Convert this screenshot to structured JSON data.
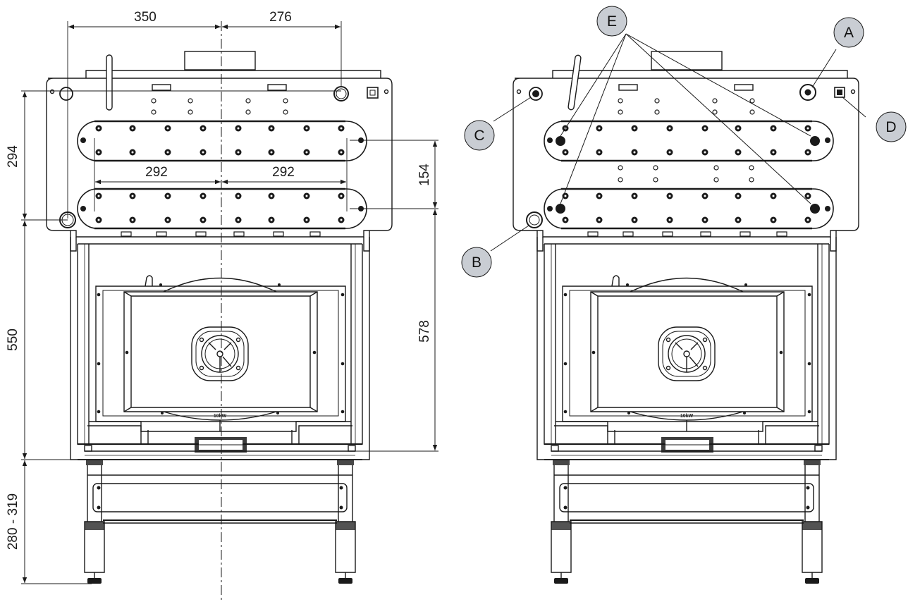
{
  "dimensions": {
    "top_left": "350",
    "top_right": "276",
    "left_upper": "294",
    "left_middle": "550",
    "left_lower": "280 - 319",
    "inner_left": "292",
    "inner_right": "292",
    "right_upper": "154",
    "right_lower": "578"
  },
  "callouts": {
    "A": "A",
    "B": "B",
    "C": "C",
    "D": "D",
    "E": "E"
  },
  "rating_label": "10kW",
  "colors": {
    "line": "#1a1a1a",
    "callout_fill": "#c9cdd3",
    "background": "#ffffff"
  }
}
